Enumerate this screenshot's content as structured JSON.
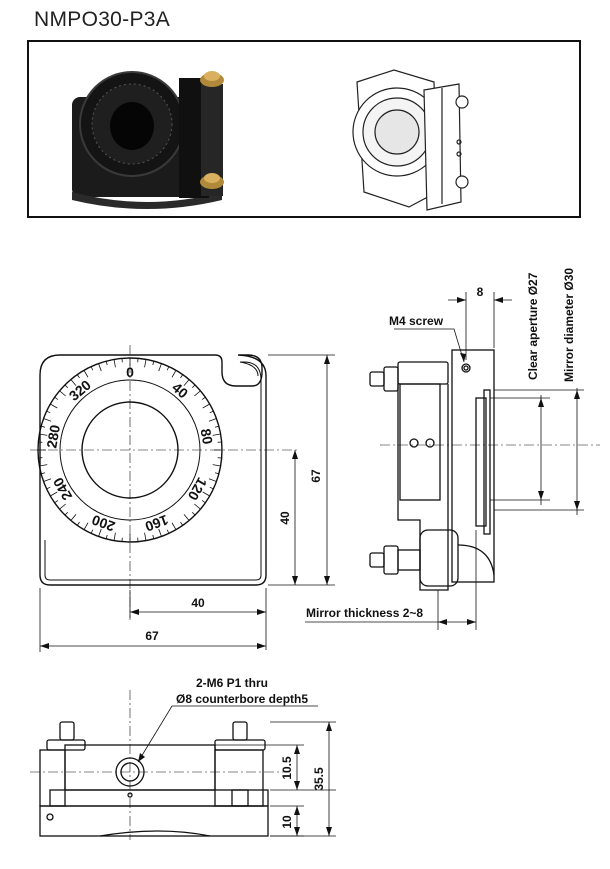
{
  "title": "NMPO30-P3A",
  "labels": {
    "m4_screw": "M4 screw",
    "clear_aperture": "Clear aperture Ø27",
    "mirror_diameter": "Mirror diameter Ø30",
    "mirror_thickness": "Mirror thickness 2~8",
    "hole_spec_line1": "2-M6 P1 thru",
    "hole_spec_line2": "Ø8 counterbore depth5"
  },
  "dimensions": {
    "side_width": "8",
    "height": "67",
    "center_height": "40",
    "center_offset": "40",
    "width": "67",
    "body_height": "10.5",
    "total_height": "35.5",
    "base_thickness": "10"
  },
  "dial_labels": [
    "0",
    "40",
    "80",
    "120",
    "160",
    "200",
    "240",
    "280",
    "320"
  ]
}
